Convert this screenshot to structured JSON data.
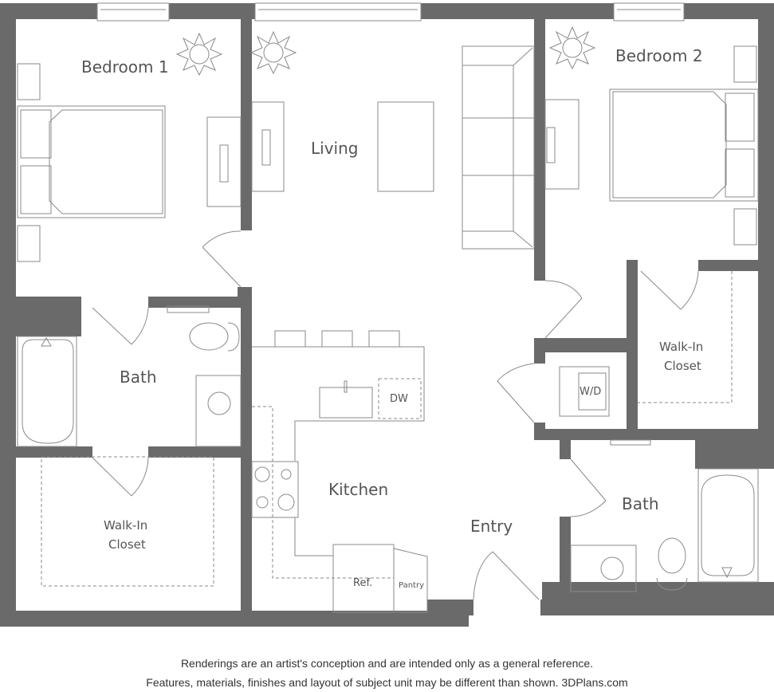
{
  "floorplan": {
    "wall_color": "#6a6a6a",
    "line_color": "#8a8a8a",
    "rooms": {
      "bedroom1": "Bedroom 1",
      "living": "Living",
      "bedroom2": "Bedroom 2",
      "bath1": "Bath",
      "closet1_line1": "Walk-In",
      "closet1_line2": "Closet",
      "kitchen": "Kitchen",
      "entry": "Entry",
      "closet2_line1": "Walk-In",
      "closet2_line2": "Closet",
      "bath2": "Bath"
    },
    "appliances": {
      "dishwasher": "DW",
      "washer_dryer": "W/D",
      "refrigerator": "Ref.",
      "pantry": "Pantry"
    }
  },
  "caption": {
    "line1": "Renderings are an artist's conception and are intended only as a general reference.",
    "line2": "Features, materials, finishes and layout of subject unit may be different than shown. 3DPlans.com"
  }
}
